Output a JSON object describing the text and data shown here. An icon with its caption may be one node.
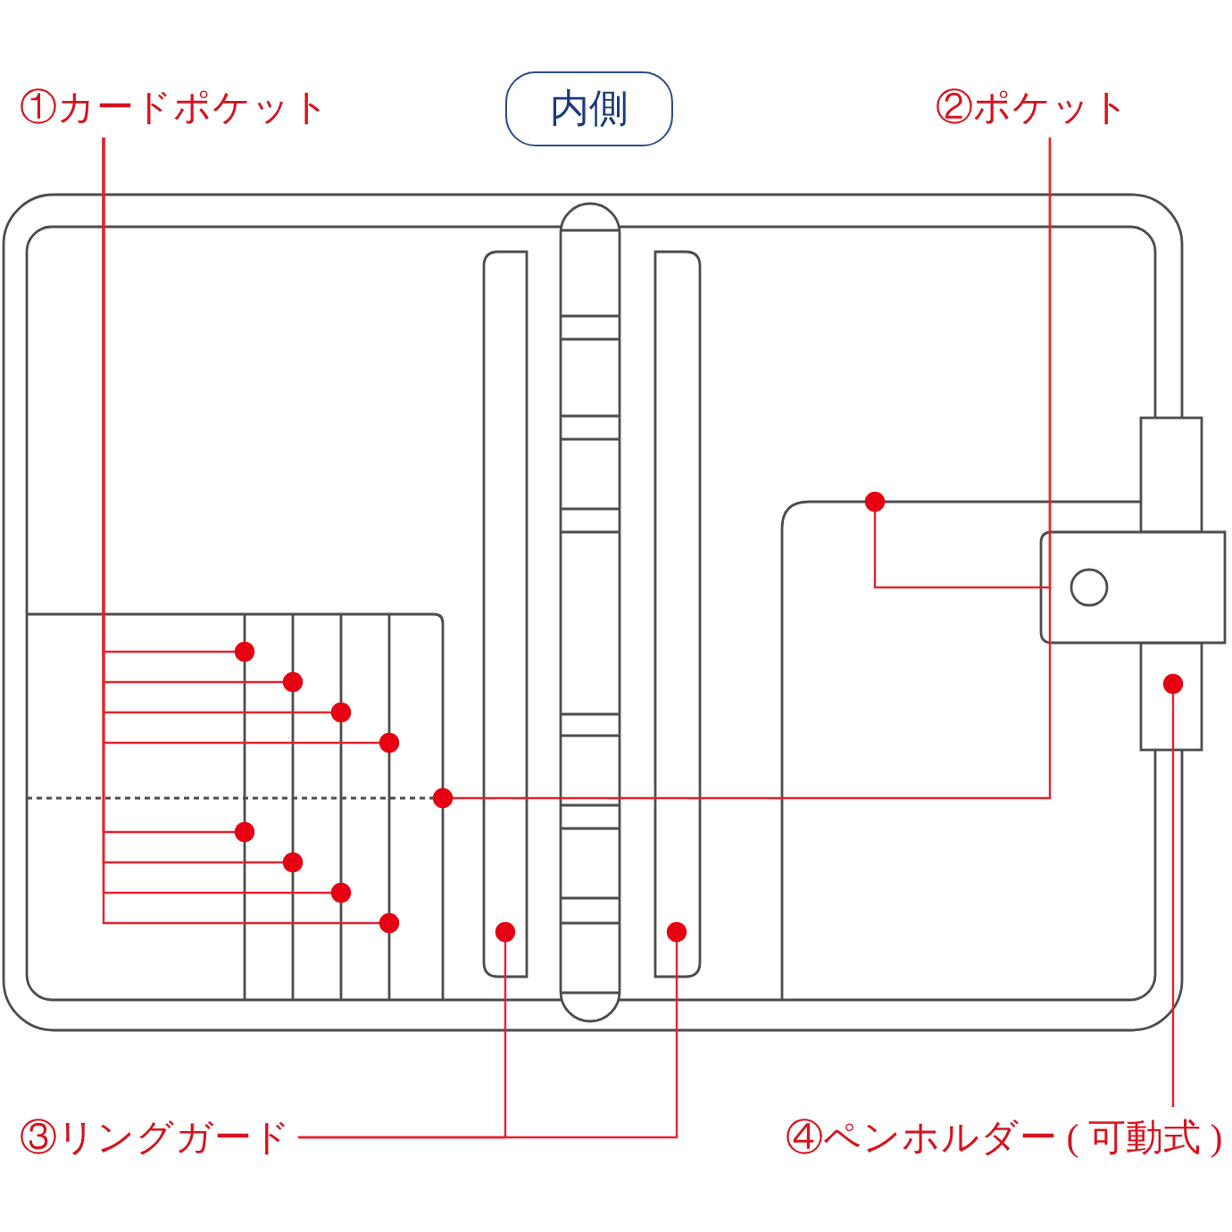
{
  "diagram": {
    "nodes": [
      {
        "text": [
          "①カードポケット"
        ]
      },
      {
        "text": [
          "内側"
        ]
      },
      {
        "text": [
          "②ポケット"
        ]
      },
      {
        "text": [
          "③リングガード"
        ]
      },
      {
        "text": [
          "④ペンホルダー ( 可動式 )"
        ]
      }
    ],
    "edges": [
      {
        "from": 0,
        "to": null,
        "arrow": "other"
      },
      {
        "from": 0,
        "to": null,
        "arrow": "other"
      },
      {
        "from": 0,
        "to": null,
        "arrow": "other"
      },
      {
        "from": 0,
        "to": null,
        "arrow": "other"
      },
      {
        "from": 0,
        "to": null,
        "arrow": "other"
      },
      {
        "from": 0,
        "to": null,
        "arrow": "other"
      },
      {
        "from": 0,
        "to": null,
        "arrow": "other"
      },
      {
        "from": 0,
        "to": null,
        "arrow": "other"
      },
      {
        "from": 2,
        "to": null,
        "arrow": "other"
      },
      {
        "from": 2,
        "to": null,
        "arrow": "other"
      },
      {
        "from": 3,
        "to": null,
        "arrow": "other"
      },
      {
        "from": 3,
        "to": null,
        "arrow": "other"
      },
      {
        "from": 4,
        "to": null,
        "arrow": "other"
      }
    ]
  }
}
